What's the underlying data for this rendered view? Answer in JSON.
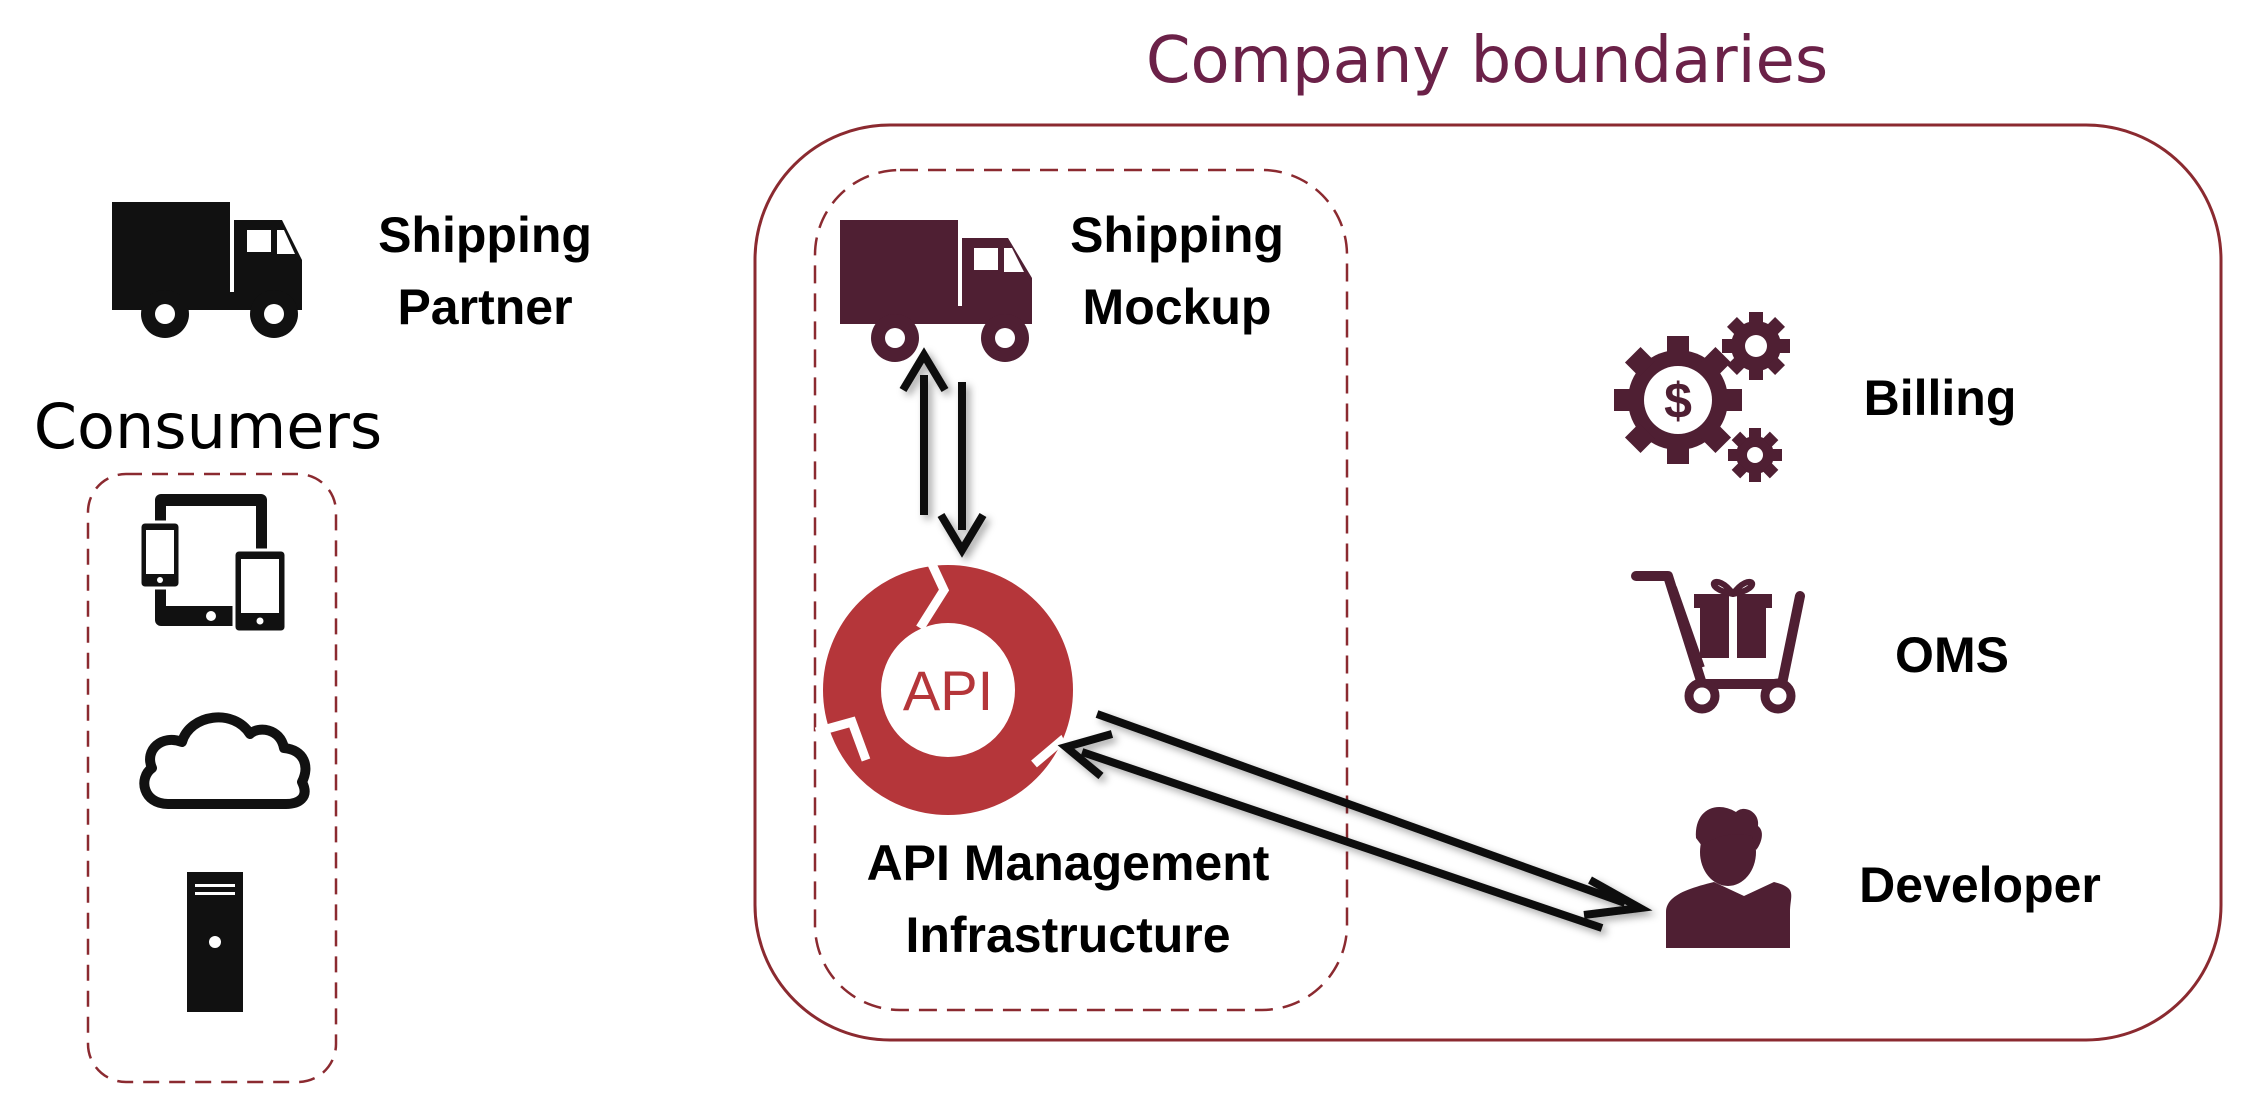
{
  "colors": {
    "boundary": "#8b2a30",
    "title": "#6b2148",
    "icon_maroon": "#4f1f33",
    "api_red": "#b5363a",
    "black": "#111111"
  },
  "company": {
    "title": "Company boundaries"
  },
  "shipping_partner": {
    "label_line1": "Shipping",
    "label_line2": "Partner",
    "icon": "truck-icon"
  },
  "consumers": {
    "title": "Consumers",
    "icons": [
      "devices-icon",
      "cloud-icon",
      "server-icon"
    ]
  },
  "shipping_mockup": {
    "label_line1": "Shipping",
    "label_line2": "Mockup",
    "icon": "truck-icon"
  },
  "api_management": {
    "logo_text": "API",
    "label_line1": "API Management",
    "label_line2": "Infrastructure"
  },
  "services": {
    "billing": {
      "label": "Billing",
      "icon": "gears-dollar-icon"
    },
    "oms": {
      "label": "OMS",
      "icon": "cart-gift-icon"
    },
    "developer": {
      "label": "Developer",
      "icon": "user-icon"
    }
  }
}
